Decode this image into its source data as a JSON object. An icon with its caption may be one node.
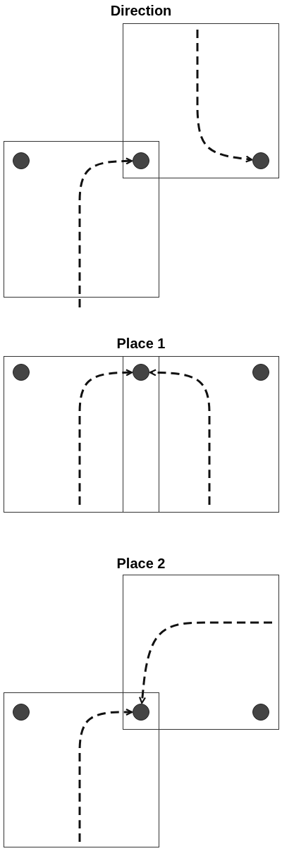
{
  "diagram": {
    "nodes": [
      {
        "text": [],
        "shape": "box"
      },
      {
        "text": [],
        "shape": "box"
      },
      {
        "text": [],
        "shape": "circle",
        "in": 1
      },
      {
        "text": [],
        "shape": "circle"
      },
      {
        "text": [],
        "shape": "circle",
        "in": 0
      },
      {
        "text": [],
        "shape": "box"
      },
      {
        "text": [],
        "shape": "box"
      },
      {
        "text": [],
        "shape": "circle",
        "in": 5
      },
      {
        "text": [],
        "shape": "circle"
      },
      {
        "text": [],
        "shape": "circle",
        "in": 6
      },
      {
        "text": [],
        "shape": "box"
      },
      {
        "text": [],
        "shape": "box"
      },
      {
        "text": [],
        "shape": "circle",
        "in": 11
      },
      {
        "text": [],
        "shape": "circle"
      },
      {
        "text": [],
        "shape": "circle",
        "in": 10
      }
    ],
    "edges": [
      {
        "from": 1,
        "to": 3,
        "arrow": "to",
        "style": "dashed"
      },
      {
        "from": 0,
        "to": 4,
        "arrow": "to",
        "style": "dashed"
      },
      {
        "from": 5,
        "to": 8,
        "arrow": "to",
        "style": "dashed"
      },
      {
        "from": 6,
        "to": 8,
        "arrow": "to",
        "style": "dashed"
      },
      {
        "from": 11,
        "to": 13,
        "arrow": "to",
        "style": "dashed"
      },
      {
        "from": 10,
        "to": 13,
        "arrow": "to",
        "style": "dashed"
      }
    ],
    "labels": [
      "Direction",
      "Place 1",
      "Place 2"
    ]
  }
}
